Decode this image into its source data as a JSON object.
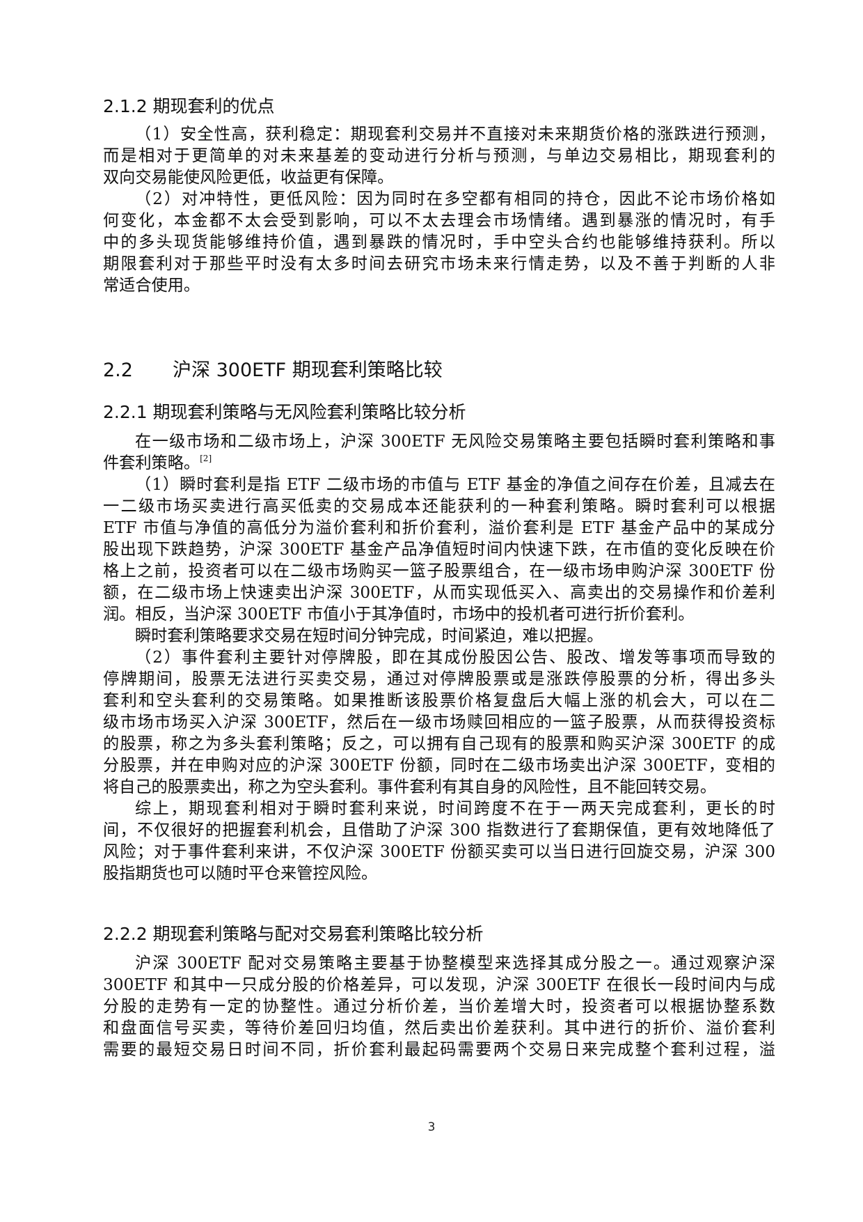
{
  "sections": {
    "s212": {
      "title": "2.1.2  期现套利的优点"
    },
    "s22": {
      "num": "2.2",
      "title": "沪深 300ETF 期现套利策略比较"
    },
    "s221": {
      "title": "2.2.1 期现套利策略与无风险套利策略比较分析"
    },
    "s222": {
      "title": "2.2.2 期现套利策略与配对交易套利策略比较分析"
    }
  },
  "lines": [
    "（1）安全性高，获利稳定：期现套利交易并不直接对未来期货价格的涨跌进行预测，",
    "而是相对于更简单的对未来基差的变动进行分析与预测，与单边交易相比，期现套利的",
    "双向交易能使风险更低，收益更有保障。",
    "（2）对冲特性，更低风险：因为同时在多空都有相同的持仓，因此不论市场价格如",
    "何变化，本金都不太会受到影响，可以不太去理会市场情绪。遇到暴涨的情况时，有手",
    "中的多头现货能够维持价值，遇到暴跌的情况时，手中空头合约也能够维持获利。所以",
    "期限套利对于那些平时没有太多时间去研究市场未来行情走势，以及不善于判断的人非",
    "常适合使用。",
    "在一级市场和二级市场上，沪深 300ETF 无风险交易策略主要包括瞬时套利策略和事",
    "件套利策略。",
    "（1）瞬时套利是指 ETF 二级市场的市值与 ETF 基金的净值之间存在价差，且减去在",
    "一二级市场买卖进行高买低卖的交易成本还能获利的一种套利策略。瞬时套利可以根据",
    "ETF 市值与净值的高低分为溢价套利和折价套利，溢价套利是 ETF 基金产品中的某成分",
    "股出现下跌趋势，沪深 300ETF 基金产品净值短时间内快速下跌，在市值的变化反映在价",
    "格上之前，投资者可以在二级市场购买一篮子股票组合，在一级市场申购沪深 300ETF 份",
    "额，在二级市场上快速卖出沪深 300ETF，从而实现低买入、高卖出的交易操作和价差利",
    "润。相反，当沪深 300ETF 市值小于其净值时，市场中的投机者可进行折价套利。",
    "瞬时套利策略要求交易在短时间分钟完成，时间紧迫，难以把握。",
    "（2）事件套利主要针对停牌股，即在其成份股因公告、股改、增发等事项而导致的",
    "停牌期间，股票无法进行买卖交易，通过对停牌股票或是涨跌停股票的分析，得出多头",
    "套利和空头套利的交易策略。如果推断该股票价格复盘后大幅上涨的机会大，可以在二",
    "级市场市场买入沪深 300ETF，然后在一级市场赎回相应的一篮子股票，从而获得投资标",
    "的股票，称之为多头套利策略；反之，可以拥有自己现有的股票和购买沪深 300ETF 的成",
    "分股票，并在申购对应的沪深 300ETF 份额，同时在二级市场卖出沪深 300ETF，变相的",
    "将自己的股票卖出，称之为空头套利。事件套利有其自身的风险性，且不能回转交易。",
    "综上，期现套利相对于瞬时套利来说，时间跨度不在于一两天完成套利，更长的时",
    "间，不仅很好的把握套利机会，且借助了沪深 300 指数进行了套期保值，更有效地降低了",
    "风险；对于事件套利来讲，不仅沪深 300ETF 份额买卖可以当日进行回旋交易，沪深 300",
    "股指期货也可以随时平仓来管控风险。",
    "沪深 300ETF 配对交易策略主要基于协整模型来选择其成分股之一。通过观察沪深",
    "300ETF 和其中一只成分股的价格差异，可以发现，沪深 300ETF 在很长一段时间内与成",
    "分股的走势有一定的协整性。通过分析价差，当价差增大时，投资者可以根据协整系数",
    "和盘面信号买卖，等待价差回归均值，然后卖出价差获利。其中进行的折价、溢价套利",
    "需要的最短交易日时间不同，折价套利最起码需要两个交易日来完成整个套利过程，溢"
  ],
  "citation": "[2]",
  "page_number": "3"
}
